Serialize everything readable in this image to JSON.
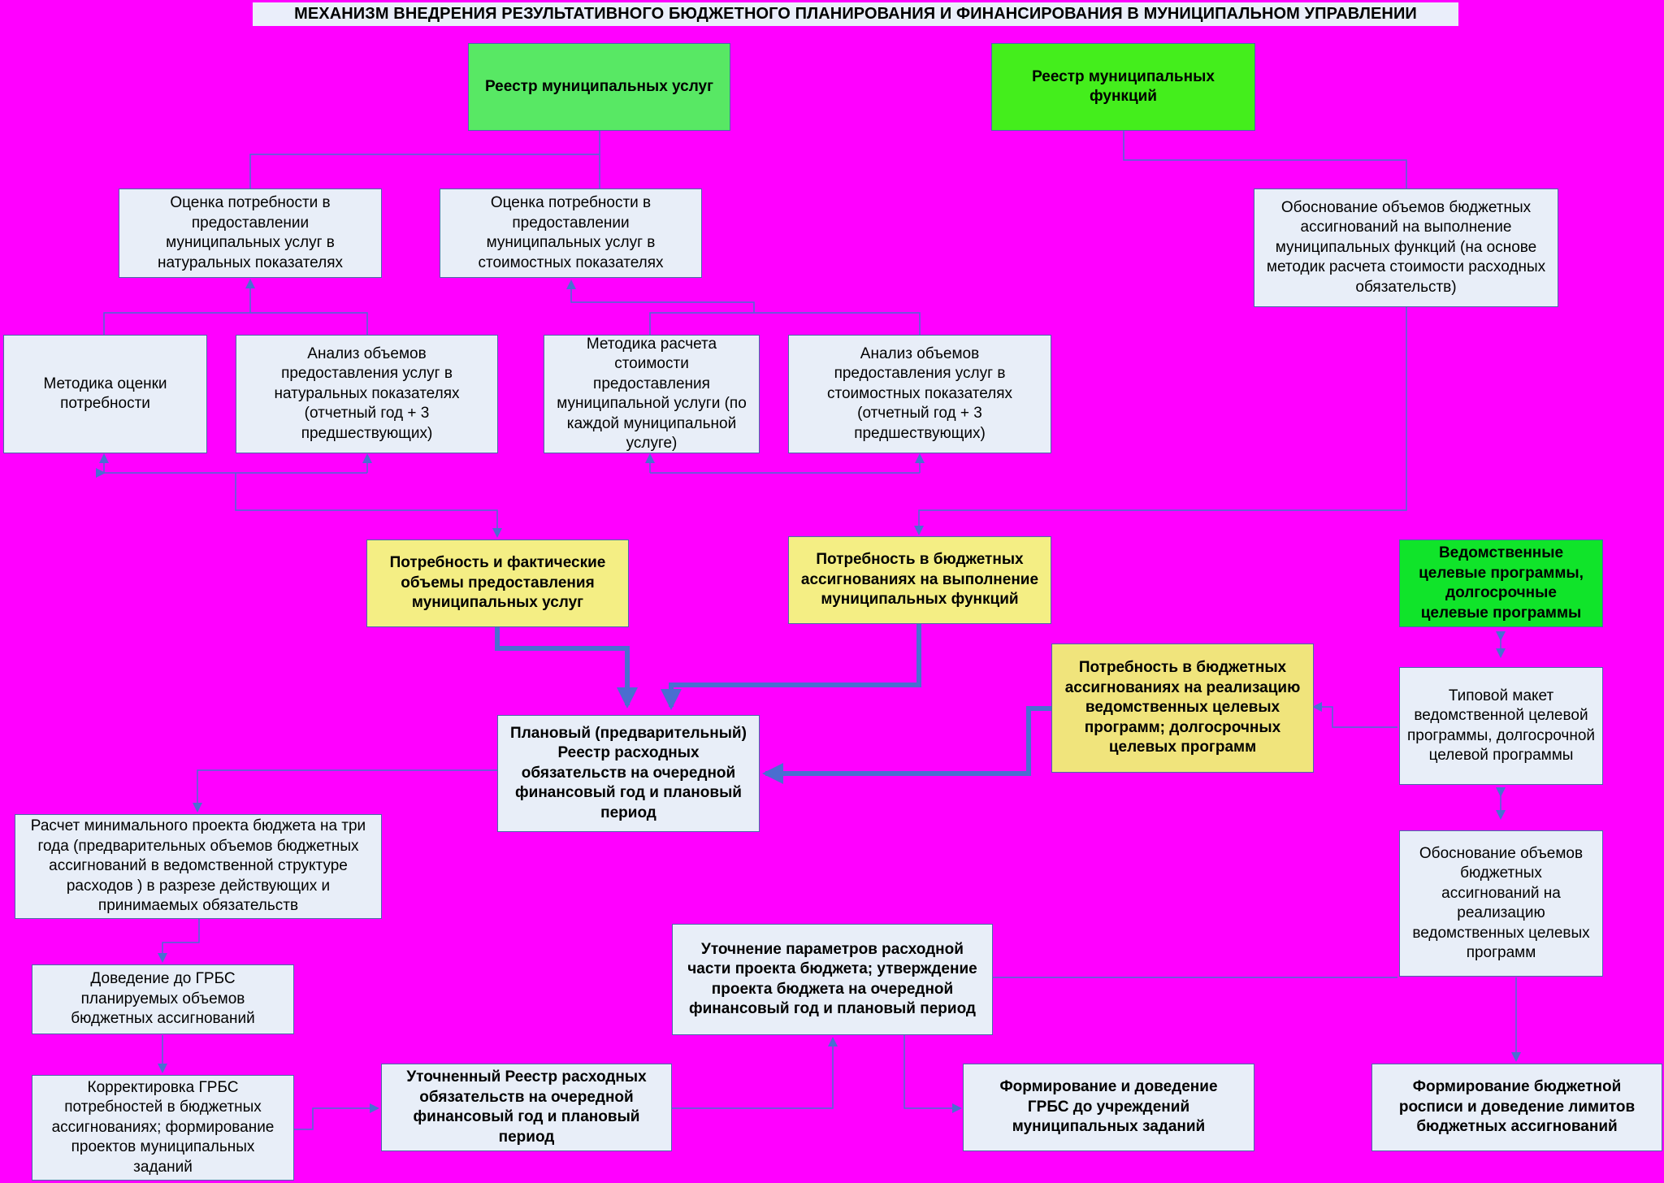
{
  "title": "МЕХАНИЗМ ВНЕДРЕНИЯ РЕЗУЛЬТАТИВНОГО БЮДЖЕТНОГО ПЛАНИРОВАНИЯ И ФИНАНСИРОВАНИЯ В МУНИЦИПАЛЬНОМ УПРАВЛЕНИИ",
  "colors": {
    "background": "#ff00ff",
    "box_fill": "#e8eef8",
    "box_border": "#4a6aa8",
    "connector": "#4a6ed0",
    "green_registry_services": "#58e864",
    "green_registry_functions": "#44ee1c",
    "green_programs": "#10e42a",
    "yellow_need": "#f4ee84"
  },
  "nodes": {
    "registry_services": "Реестр муниципальных услуг",
    "registry_functions": "Реестр муниципальных функций",
    "need_natural": "Оценка потребности в предоставлении муниципальных услуг в натуральных показателях",
    "need_cost": "Оценка потребности в предоставлении муниципальных услуг в стоимостных показателях",
    "justify_functions": "Обоснование объемов бюджетных ассигнований на выполнение муниципальных функций (на основе методик расчета стоимости расходных обязательств)",
    "method_need": "Методика оценки потребности",
    "analysis_natural": "Анализ объемов предоставления услуг в натуральных показателях (отчетный год + 3 предшествующих)",
    "method_cost": "Методика расчета стоимости предоставления муниципальной услуги (по каждой муниципальной услуге)",
    "analysis_cost": "Анализ объемов предоставления услуг в стоимостных показателях (отчетный год + 3 предшествующих)",
    "need_actual_services": "Потребность и фактические объемы предоставления муниципальных услуг",
    "need_functions": "Потребность в бюджетных ассигнованиях на выполнение муниципальных функций",
    "dept_programs": "Ведомственные целевые программы, долгосрочные целевые программы",
    "need_programs": "Потребность в бюджетных ассигнованиях на реализацию ведомственных целевых программ; долгосрочных целевых программ",
    "template_program": "Типовой макет ведомственной целевой программы, долгосрочной целевой программы",
    "planned_registry": "Плановый (предварительный) Реестр расходных обязательств на очередной финансовый год и плановый период",
    "min_budget": "Расчет минимального проекта бюджета на три года (предварительных объемов бюджетных ассигнований в ведомственной структуре расходов ) в разрезе действующих и принимаемых обязательств",
    "justify_programs": "Обоснование объемов бюджетных ассигнований на реализацию ведомственных целевых программ",
    "bring_grbs": "Доведение до ГРБС планируемых объемов бюджетных ассигнований",
    "refine_params": "Уточнение параметров расходной части проекта бюджета; утверждение проекта бюджета на очередной финансовый год и плановый период",
    "adjust_grbs": "Корректировка ГРБС потребностей в бюджетных ассигнованиях; формирование проектов муниципальных заданий",
    "refined_registry": "Уточненный Реестр расходных обязательств на очередной финансовый год и плановый период",
    "form_tasks": "Формирование и доведение ГРБС до учреждений муниципальных заданий",
    "form_budget_list": "Формирование бюджетной росписи и доведение лимитов бюджетных ассигнований"
  }
}
